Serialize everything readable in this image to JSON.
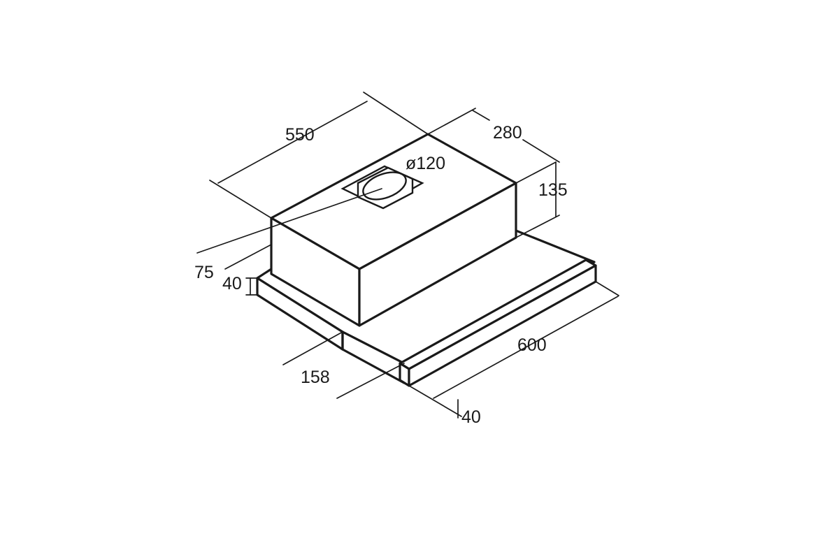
{
  "dimensions": {
    "depth_total": "550",
    "width_top": "280",
    "duct_diameter": "ø120",
    "height_body": "135",
    "offset_rear": "75",
    "base_height": "40",
    "slide_depth": "158",
    "width_total": "600",
    "front_height": "40"
  },
  "colors": {
    "line": "#1a1a1a",
    "background": "#ffffff"
  }
}
